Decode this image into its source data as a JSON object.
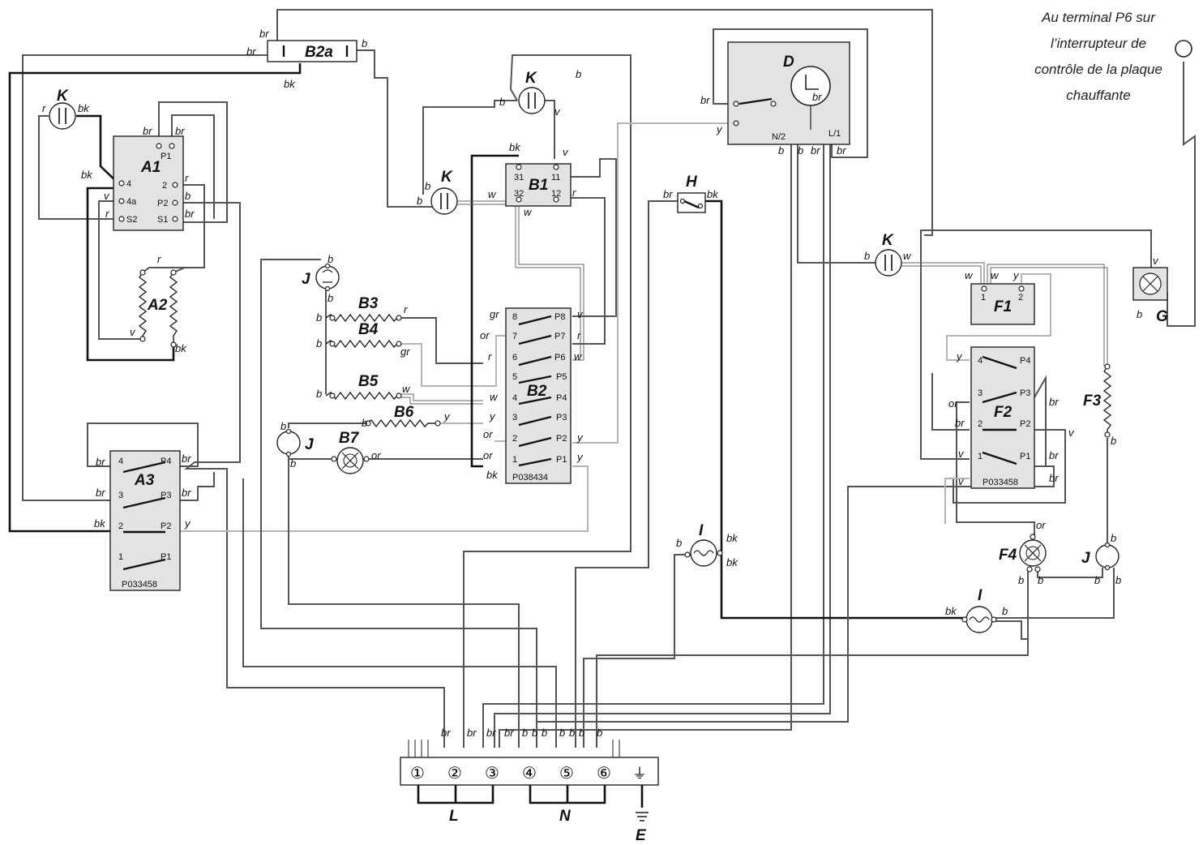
{
  "note": {
    "line1": "Au terminal P6 sur",
    "line2": "l’interrupteur de",
    "line3": "contrôle de la plaque",
    "line4": "chauffante"
  },
  "components": {
    "K": "K",
    "A1": "A1",
    "A2": "A2",
    "A3": "A3",
    "B1": "B1",
    "B2": "B2",
    "B2a": "B2a",
    "B3": "B3",
    "B4": "B4",
    "B5": "B5",
    "B6": "B6",
    "B7": "B7",
    "J": "J",
    "D": "D",
    "H": "H",
    "I": "I",
    "F1": "F1",
    "F2": "F2",
    "F3": "F3",
    "F4": "F4",
    "G": "G",
    "L": "L",
    "N": "N",
    "E": "E"
  },
  "part_numbers": {
    "b2": "P038434",
    "a3": "P033458",
    "f2": "P033458"
  },
  "wire_codes": {
    "br": "br",
    "b": "b",
    "bk": "bk",
    "r": "r",
    "v": "v",
    "w": "w",
    "y": "y",
    "gr": "gr",
    "or": "or"
  },
  "pins": {
    "p1": "P1",
    "p2": "P2",
    "p3": "P3",
    "p4": "P4",
    "p5": "P5",
    "p6": "P6",
    "p7": "P7",
    "p8": "P8",
    "s1": "S1",
    "s2": "S2",
    "four": "4",
    "four_a": "4a",
    "n1": "1",
    "n2": "2",
    "n3": "3",
    "n4": "4",
    "n5": "5",
    "n6": "6",
    "n7": "7",
    "n8": "8",
    "n11": "11",
    "n12": "12",
    "n31": "31",
    "n32": "32",
    "n2_d": "N/2",
    "l1_d": "L/1"
  },
  "terminal_block": [
    "①",
    "②",
    "③",
    "④",
    "⑤",
    "⑥",
    "⏚"
  ],
  "colors": {
    "black_wire": "#111111",
    "brown_wire": "#555555",
    "light_wire": "#b4b4b4",
    "component_fill": "#e3e3e3"
  }
}
